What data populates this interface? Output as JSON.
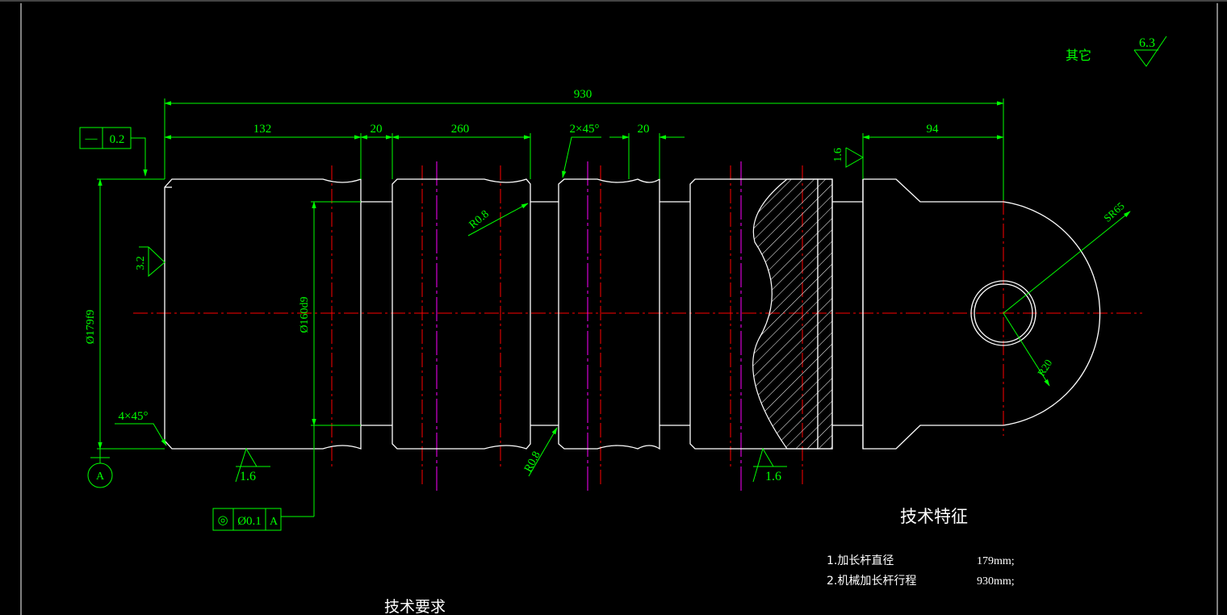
{
  "dimensions": {
    "overall_length": "930",
    "seg_132": "132",
    "groove_20_a": "20",
    "seg_260": "260",
    "chamfer_mid": "2×45°",
    "groove_20_b": "20",
    "seg_94": "94",
    "dia_179": "Ø179f9",
    "dia_160": "Ø160d9",
    "chamfer_left": "4×45°",
    "radius_r08_top": "R0.8",
    "radius_r08_bottom": "R0.8",
    "sphere_radius": "SR65",
    "hole_radius": "R20"
  },
  "tolerances": {
    "flatness": {
      "symbol": "—",
      "value": "0.2"
    },
    "coaxiality": {
      "symbol": "◎",
      "value": "Ø0.1",
      "datum": "A"
    },
    "datum_label": "A"
  },
  "roughness": {
    "other": "其它",
    "other_value": "6.3",
    "left_face": "3.2",
    "bottom_left": "1.6",
    "bottom_mid": "1.6",
    "right_face": "1.6"
  },
  "tech_features": {
    "title": "技术特征",
    "items": [
      {
        "label": "1.加长杆直径",
        "value": "179mm;"
      },
      {
        "label": "2.机械加长杆行程",
        "value": "930mm;"
      }
    ]
  },
  "tech_requirements": {
    "title": "技术要求"
  },
  "colors": {
    "background": "#000000",
    "outline": "#ffffff",
    "dimension": "#00ff00",
    "centerline": "#ff0000",
    "phantom": "#ff00ff"
  }
}
